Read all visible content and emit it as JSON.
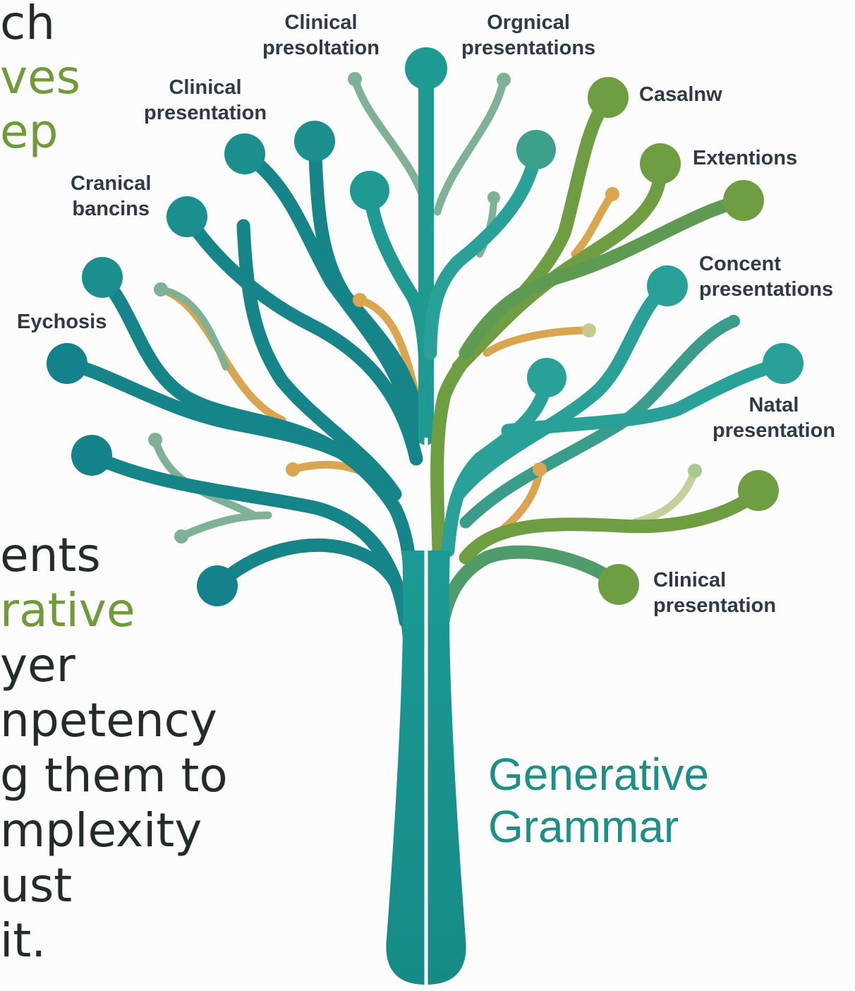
{
  "left_text_top": [
    {
      "text": "ch",
      "tone": "dark"
    },
    {
      "text": "ves",
      "tone": "green"
    },
    {
      "text": "ep",
      "tone": "green"
    }
  ],
  "left_text_bottom": [
    {
      "text": "ents",
      "tone": "dark"
    },
    {
      "text": "rative",
      "tone": "green"
    },
    {
      "text": "yer",
      "tone": "dark"
    },
    {
      "text": "npetency",
      "tone": "dark"
    },
    {
      "text": "g them to",
      "tone": "dark"
    },
    {
      "text": "mplexity",
      "tone": "dark"
    },
    {
      "text": "ust",
      "tone": "dark"
    },
    {
      "text": "it.",
      "tone": "dark"
    }
  ],
  "branch_labels": {
    "clinical_presoltation": [
      "Clinical",
      "presoltation"
    ],
    "orgnical_presentations": [
      "Orgnical",
      "presentations"
    ],
    "clinical_presentation_top": [
      "Clinical",
      "presentation"
    ],
    "casalnw": [
      "Casalnw"
    ],
    "extentions": [
      "Extentions"
    ],
    "cranical_bancins": [
      "Cranical",
      "bancins"
    ],
    "concent_presentations": [
      "Concent",
      "presentations"
    ],
    "eychosis": [
      "Eychosis"
    ],
    "natal_presentation": [
      "Natal",
      "presentation"
    ],
    "clinical_presentation_bottom": [
      "Clinical",
      "presentation"
    ]
  },
  "tree_title": [
    "Generative",
    "Grammar"
  ],
  "colors": {
    "teal_dark": "#16858a",
    "teal": "#2aa198",
    "green": "#6f9e42",
    "sage": "#7fb197",
    "amber": "#d9a54f",
    "label_text": "#2f3a46",
    "title_text": "#1d8f87"
  }
}
